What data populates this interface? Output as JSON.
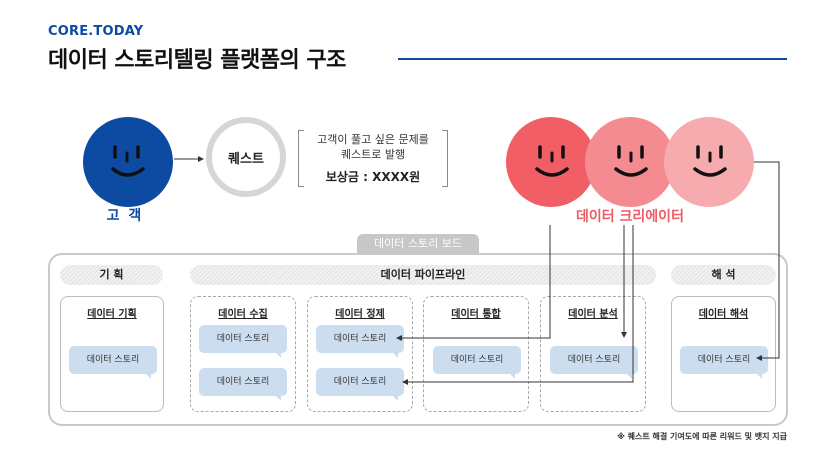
{
  "header": {
    "brand": "CORE.TODAY",
    "title": "데이터 스토리텔링 플랫폼의 구조"
  },
  "customer": {
    "label": "고 객"
  },
  "quest": {
    "label": "퀘스트",
    "desc_line1": "고객이 풀고 싶은 문제를",
    "desc_line2": "퀘스트로 발행",
    "reward": "보상금 : XXXX원"
  },
  "creators": {
    "label": "데이터 크리에이터",
    "colors": [
      "#f15e66",
      "#f48b91",
      "#f6abae"
    ]
  },
  "board": {
    "tab": "데이터 스토리 보드",
    "sections": {
      "planning": "기 획",
      "pipeline": "데이터 파이프라인",
      "interpretation": "해 석"
    },
    "stages": [
      {
        "title": "데이터 기획",
        "bubbles": [
          "데이터 스토리"
        ]
      },
      {
        "title": "데이터 수집",
        "bubbles": [
          "데이터 스토리",
          "데이터 스토리"
        ]
      },
      {
        "title": "데이터 정제",
        "bubbles": [
          "데이터 스토리",
          "데이터 스토리"
        ]
      },
      {
        "title": "데이터 통합",
        "bubbles": [
          "데이터 스토리"
        ]
      },
      {
        "title": "데이터 분석",
        "bubbles": [
          "데이터 스토리"
        ]
      },
      {
        "title": "데이터 해석",
        "bubbles": [
          "데이터 스토리"
        ]
      }
    ]
  },
  "footnote": "※ 퀘스트 해결 기여도에 따른 리워드 및 뱃지 지급",
  "colors": {
    "brand_blue": "#0d4aa2",
    "bubble_blue": "#cdddf0",
    "creator_red": "#ef5b64"
  }
}
